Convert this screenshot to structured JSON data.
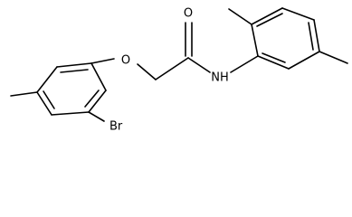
{
  "molecule": {
    "atom_labels": {
      "oxygen_ether": "O",
      "oxygen_carbonyl": "O",
      "nitrogen_amide": "NH",
      "bromine": "Br"
    }
  }
}
